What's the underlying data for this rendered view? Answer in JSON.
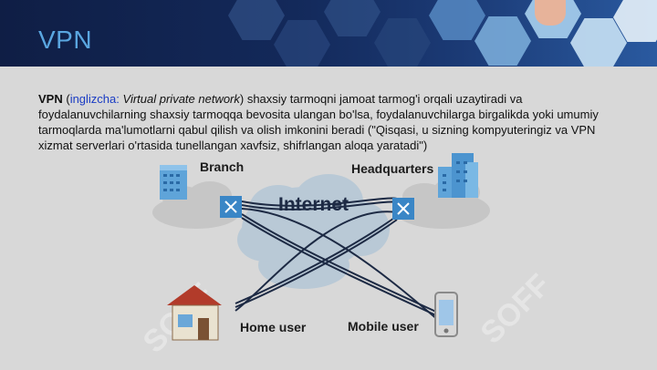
{
  "slide": {
    "title": "VPN",
    "paragraph": {
      "term": "VPN",
      "open_paren": " (",
      "lang_label": "inglizcha:",
      "space": " ",
      "english_name": "Virtual private network",
      "rest": ") shaxsiy tarmoqni jamoat tarmog'i orqali uzaytiradi va foydalanuvchilarning shaxsiy tarmoqqa bevosita ulangan bo'lsa, foydalanuvchilarga birgalikda yoki umumiy tarmoqlarda ma'lumotlarni qabul qilish va olish imkonini beradi (\"Qisqasi, u sizning kompyuteringiz va VPN xizmat serverlari o'rtasida tunellangan xavfsiz, shifrlangan aloqa yaratadi\")"
    }
  },
  "diagram": {
    "labels": {
      "branch": "Branch",
      "headquarters": "Headquarters",
      "internet": "Internet",
      "home_user": "Home user",
      "mobile_user": "Mobile user"
    },
    "colors": {
      "cloud": "#b9c9d6",
      "building": "#5fa4d9",
      "router": "#3a86c6",
      "tunnel": "#1d2a44"
    }
  },
  "watermark": {
    "text": "SOFF"
  }
}
